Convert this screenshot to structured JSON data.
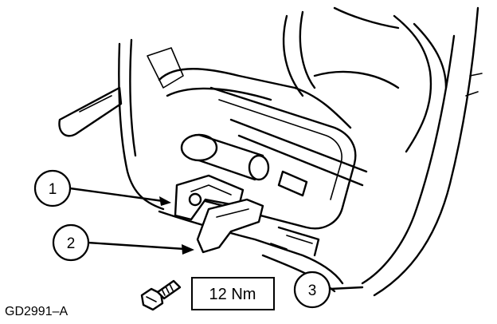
{
  "diagram": {
    "callouts": [
      {
        "id": "callout-1",
        "label": "1"
      },
      {
        "id": "callout-2",
        "label": "2"
      },
      {
        "id": "callout-3",
        "label": "3"
      }
    ],
    "torque_label": "12 Nm",
    "figure_id": "GD2991–A",
    "icons": [
      "bolt-icon",
      "arrow-pointer"
    ]
  }
}
